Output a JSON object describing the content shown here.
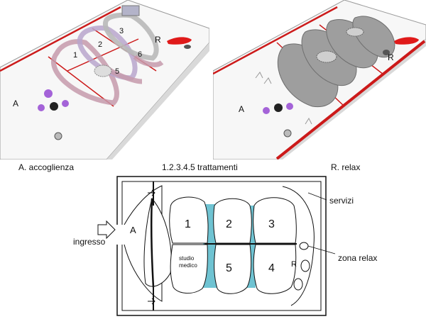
{
  "render_left": {
    "labels": {
      "a": "A",
      "r": "R",
      "n1": "1",
      "n2": "2",
      "n3": "3",
      "n5": "5",
      "n6": "6"
    }
  },
  "render_right": {
    "labels": {
      "a": "A",
      "r": "R"
    }
  },
  "captions": {
    "accoglienza": "A. accoglienza",
    "trattamenti": "1.2.3.4.5 trattamenti",
    "relax": "R. relax"
  },
  "plan": {
    "labels": {
      "ingresso": "ingresso",
      "a": "A",
      "servizi": "servizi",
      "zona_relax": "zona relax",
      "r": "R",
      "studio": "studio",
      "medico": "medico",
      "room_1": "1",
      "room_2": "2",
      "room_3": "3",
      "room_4": "4",
      "room_5": "5"
    },
    "colors": {
      "corridor": "#6fc3d2",
      "accent_red": "#cc1a1a"
    }
  }
}
